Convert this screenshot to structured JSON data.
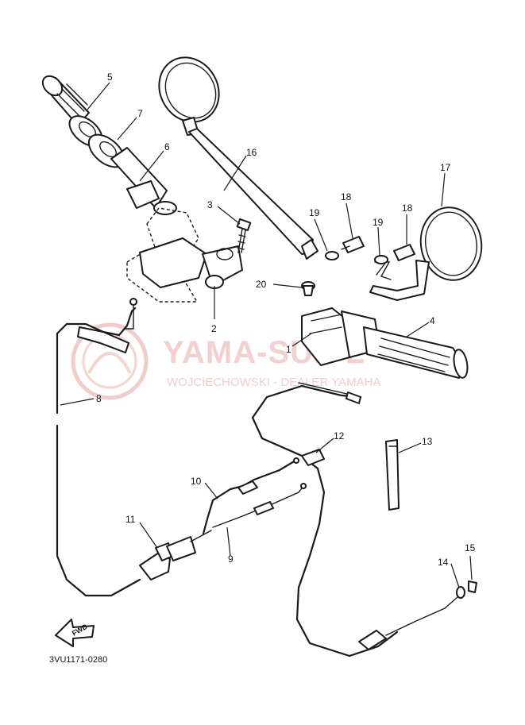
{
  "callouts": [
    "1",
    "2",
    "3",
    "4",
    "5",
    "6",
    "7",
    "8",
    "9",
    "10",
    "11",
    "12",
    "13",
    "14",
    "15",
    "16",
    "17",
    "18",
    "18",
    "19",
    "19",
    "20"
  ],
  "diagram_code": "3VU1171-0280",
  "fwd_label": "FWD",
  "watermark": {
    "title": "YAMA-SU.PL",
    "subtitle": "WOJCIECHOWSKI - DEALER YAMAHA",
    "color": "#e9a8a8"
  },
  "colors": {
    "line": "#1a1a1a",
    "background": "#ffffff"
  }
}
